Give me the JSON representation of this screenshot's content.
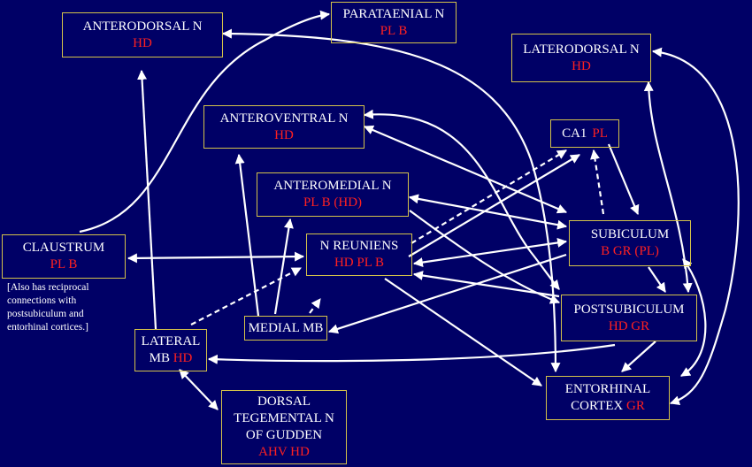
{
  "colors": {
    "background": "#000066",
    "box_border": "#d4c24a",
    "text": "#ffffff",
    "label_red": "#ff2020",
    "arrow": "#ffffff"
  },
  "nodes": {
    "anterodorsal": {
      "name": "ANTERODORSAL N",
      "labels": "HD"
    },
    "parataenial": {
      "name": "PARATAENIAL N",
      "labels": "PL B"
    },
    "laterodorsal": {
      "name": "LATERODORSAL N",
      "labels": "HD"
    },
    "anteroventral": {
      "name": "ANTEROVENTRAL N",
      "labels": "HD"
    },
    "ca1": {
      "name": "CA1",
      "labels": "PL"
    },
    "anteromedial": {
      "name": "ANTEROMEDIAL N",
      "labels": "PL B (HD)"
    },
    "claustrum": {
      "name": "CLAUSTRUM",
      "labels": "PL B"
    },
    "n_reuniens": {
      "name": "N REUNIENS",
      "labels": "HD PL B"
    },
    "subiculum": {
      "name": "SUBICULUM",
      "labels": "B GR (PL)"
    },
    "postsubiculum": {
      "name": "POSTSUBICULUM",
      "labels": "HD GR"
    },
    "medial_mb": {
      "name": "MEDIAL MB"
    },
    "lateral_mb": {
      "name_line1": "LATERAL",
      "name_line2": "MB",
      "labels": "HD"
    },
    "entorhinal": {
      "name_line1": "ENTORHINAL",
      "name_line2": "CORTEX",
      "labels": "GR"
    },
    "dorsal_tegmental": {
      "name_line1": "DORSAL",
      "name_line2": "TEGEMENTAL N",
      "name_line3": "OF GUDDEN",
      "labels": "AHV HD"
    }
  },
  "note": {
    "line1": "[Also has reciprocal",
    "line2": "connections with",
    "line3": "postsubiculum and",
    "line4": "entorhinal cortices.]"
  }
}
